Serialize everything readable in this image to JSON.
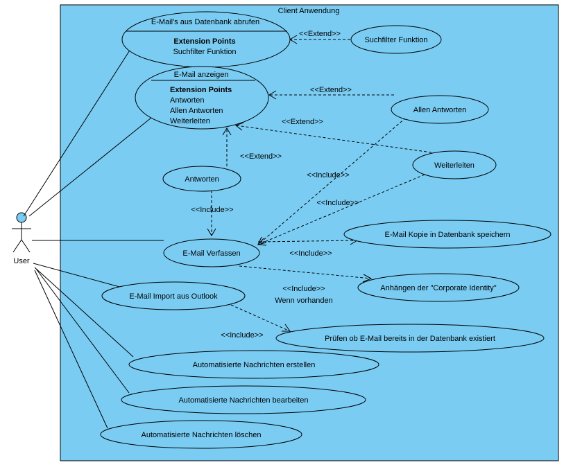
{
  "system": {
    "title": "Client Anwendung"
  },
  "actor": {
    "name": "User"
  },
  "use_cases": {
    "abrufen": {
      "name": "E-Mail's aus Datenbank abrufen",
      "ext_header": "Extension Points",
      "ext_points": [
        "Suchfilter Funktion"
      ]
    },
    "anzeigen": {
      "name": "E-Mail anzeigen",
      "ext_header": "Extension Points",
      "ext_points": [
        "Antworten",
        "Allen Antworten",
        "Weiterleiten"
      ]
    },
    "suchfilter": {
      "name": "Suchfilter Funktion"
    },
    "allen_antworten": {
      "name": "Allen Antworten"
    },
    "weiterleiten": {
      "name": "Weiterleiten"
    },
    "antworten": {
      "name": "Antworten"
    },
    "verfassen": {
      "name": "E-Mail Verfassen"
    },
    "kopie": {
      "name": "E-Mail Kopie in Datenbank speichern"
    },
    "corporate": {
      "name": "Anhängen der \"Corporate Identity\""
    },
    "import": {
      "name": "E-Mail Import aus Outlook"
    },
    "pruefen": {
      "name": "Prüfen ob E-Mail bereits in der Datenbank existiert"
    },
    "erstellen": {
      "name": "Automatisierte Nachrichten erstellen"
    },
    "bearbeiten": {
      "name": "Automatisierte Nachrichten bearbeiten"
    },
    "loeschen": {
      "name": "Automatisierte Nachrichten löschen"
    }
  },
  "relations": {
    "extend_suchfilter": "<<Extend>>",
    "extend_allen": "<<Extend>>",
    "extend_weiter": "<<Extend>>",
    "extend_antworten": "<<Extend>>",
    "include_antworten": "<<Include>>",
    "include_allen": "<<Include>>",
    "include_weiter": "<<Include>>",
    "include_kopie": "<<Include>>",
    "include_corporate": "<<Include>>",
    "include_corporate_cond": "Wenn vorhanden",
    "include_pruefen": "<<Include>>"
  }
}
